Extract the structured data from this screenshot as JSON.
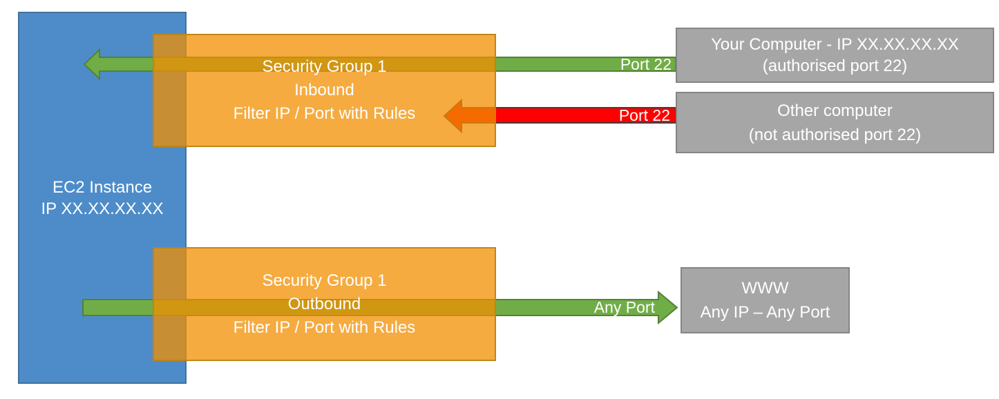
{
  "diagram": {
    "ec2_instance": {
      "line1": "EC2 Instance",
      "line2": "IP XX.XX.XX.XX"
    },
    "security_group_inbound": {
      "line1": "Security Group 1",
      "line2": "Inbound",
      "line3": "Filter IP / Port with Rules"
    },
    "security_group_outbound": {
      "line1": "Security Group 1",
      "line2": "Outbound",
      "line3": "Filter IP / Port with Rules"
    },
    "your_computer": {
      "line1": "Your Computer - IP XX.XX.XX.XX",
      "line2": "(authorised port 22)"
    },
    "other_computer": {
      "line1": "Other computer",
      "line2": "(not authorised port 22)"
    },
    "www": {
      "line1": "WWW",
      "line2": "Any IP – Any Port"
    },
    "arrows": {
      "inbound_allowed_label": "Port 22",
      "inbound_blocked_label": "Port 22",
      "outbound_label": "Any Port"
    },
    "colors": {
      "ec2_fill": "#4E8CC9",
      "ec2_border": "#41719C",
      "security_group_fill": "#F28F00",
      "security_group_border": "#BE8414",
      "allowed_arrow_fill": "#70AD47",
      "allowed_arrow_border": "#538135",
      "blocked_arrow_fill": "#FF0000",
      "blocked_arrow_border": "#3F3F3F",
      "endpoint_fill": "#A6A6A6",
      "endpoint_border": "#848484",
      "text": "#FFFFFF"
    }
  }
}
